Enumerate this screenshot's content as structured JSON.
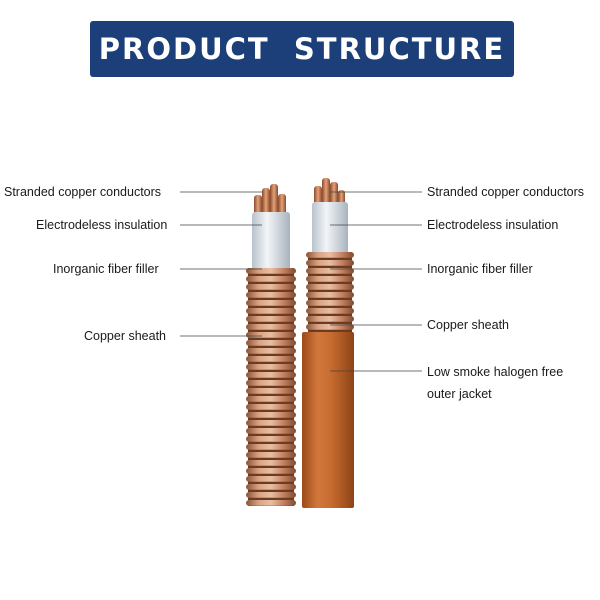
{
  "header": {
    "title": "PRODUCT  STRUCTURE"
  },
  "left_labels": [
    "Stranded copper conductors",
    "Electrodeless insulation",
    "Inorganic fiber filler",
    "Copper sheath"
  ],
  "right_labels": [
    "Stranded copper conductors",
    "Electrodeless insulation",
    "Inorganic fiber filler",
    "Copper sheath",
    "Low smoke halogen free",
    "outer jacket"
  ],
  "colors": {
    "banner": "#1d3f79",
    "copper": "#c98a66",
    "copper_dark": "#8a5236",
    "jacket": "#c5682c",
    "insulation": "#dfe6ec"
  }
}
